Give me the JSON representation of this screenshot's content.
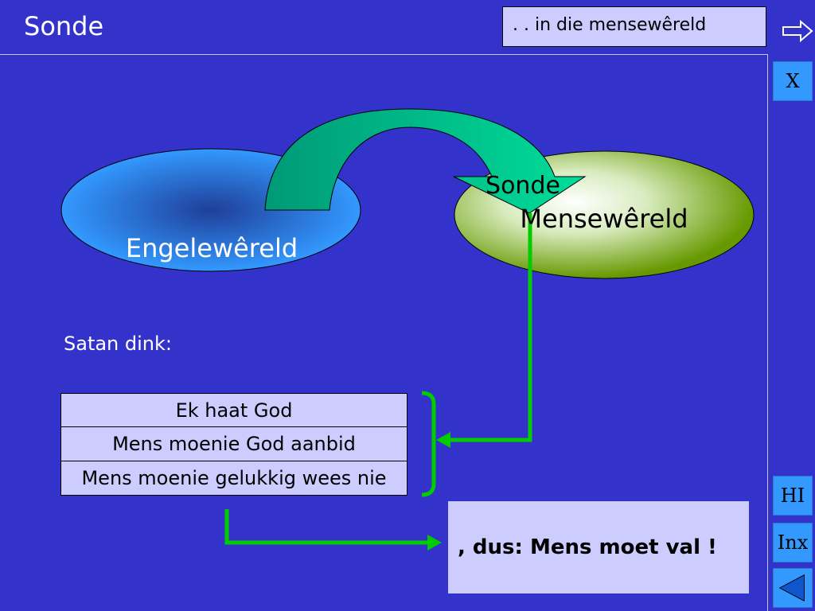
{
  "header": {
    "title": "Sonde",
    "subtitle": ". . in die mensewêreld"
  },
  "sidebar": {
    "close_label": "X",
    "hi_label": "HI",
    "inx_label": "Inx"
  },
  "diagram": {
    "left_ellipse_label": "Engelewêreld",
    "right_ellipse_label": "Mensewêreld",
    "arrow_label": "Sonde",
    "colors": {
      "background": "#3333cc",
      "left_ellipse": "#3399ff",
      "right_ellipse": "#669900",
      "arrow": "#00aa77",
      "connector": "#00cc00"
    }
  },
  "content": {
    "intro": "Satan dink:",
    "thoughts": [
      "Ek haat God",
      "Mens moenie God aanbid",
      "Mens moenie gelukkig wees nie"
    ],
    "conclusion": ", dus: Mens moet val !"
  }
}
